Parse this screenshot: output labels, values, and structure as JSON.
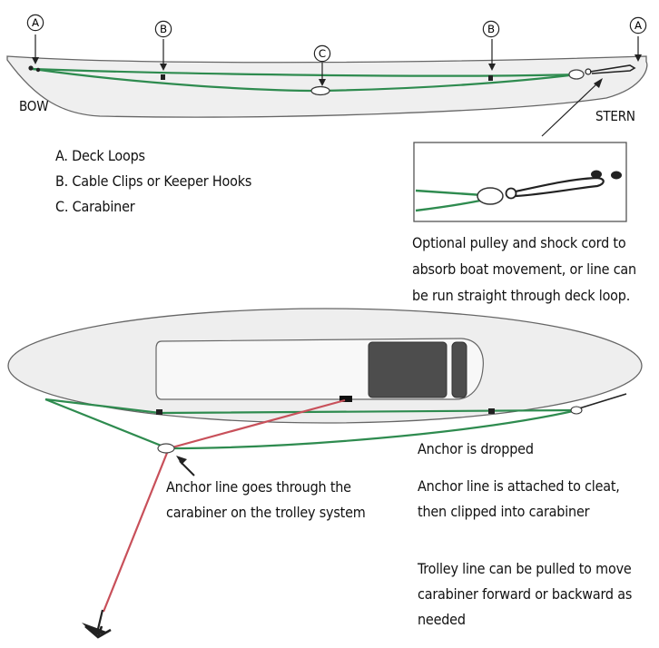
{
  "diagram": {
    "callout_letters": {
      "a": "A",
      "b": "B",
      "c": "C"
    },
    "bow_label": "BOW",
    "stern_label": "STERN",
    "legend": [
      "A. Deck Loops",
      "B. Cable Clips or Keeper Hooks",
      "C. Carabiner"
    ],
    "inset_caption": [
      "Optional pulley and shock cord to",
      "absorb boat movement, or line can",
      "be run straight through deck loop."
    ],
    "anchor_line_caption": [
      "Anchor line goes through the",
      "carabiner on the trolley system"
    ],
    "anchor_dropped": "Anchor is dropped",
    "cleat_caption": [
      "Anchor line is attached to cleat,",
      "then clipped into carabiner"
    ],
    "trolley_caption": [
      "Trolley line can be pulled to move",
      "carabiner forward or backward as",
      "needed"
    ],
    "colors": {
      "green_line": "#2e8b4f",
      "red_line": "#c8505a",
      "hull_fill": "#eeeeee",
      "hull_stroke": "#666666",
      "seat": "#4d4d4d",
      "cockpit": "#f7f7f7"
    }
  }
}
